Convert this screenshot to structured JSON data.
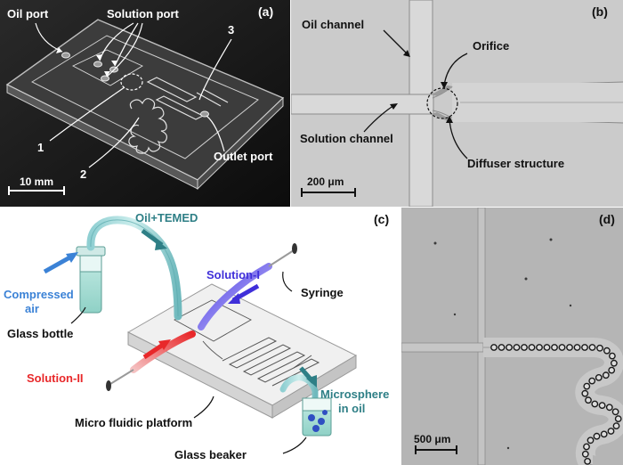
{
  "panel_a": {
    "tag": "(a)",
    "labels": {
      "oil_port": "Oil port",
      "solution_port": "Solution port",
      "outlet_port": "Outlet port",
      "num1": "1",
      "num2": "2",
      "num3": "3"
    },
    "scale_bar": "10 mm"
  },
  "panel_b": {
    "tag": "(b)",
    "labels": {
      "oil_channel": "Oil channel",
      "orifice": "Orifice",
      "solution_channel": "Solution channel",
      "diffuser": "Diffuser structure"
    },
    "scale_bar": "200 μm"
  },
  "panel_c": {
    "tag": "(c)",
    "labels": {
      "oil_temed": "Oil+TEMED",
      "solution_1": "Solution-I",
      "syringe": "Syringe",
      "compressed_air_1": "Compressed",
      "compressed_air_2": "air",
      "glass_bottle": "Glass bottle",
      "solution_2": "Solution-II",
      "microsphere_1": "Microsphere",
      "microsphere_2": "in oil",
      "platform": "Micro fluidic platform",
      "beaker": "Glass beaker"
    },
    "colors": {
      "oil": "#2e7f86",
      "solution_1": "#3f2fd9",
      "solution_2": "#e8282a",
      "air": "#3b82d6"
    }
  },
  "panel_d": {
    "tag": "(d)",
    "scale_bar": "500 μm"
  }
}
